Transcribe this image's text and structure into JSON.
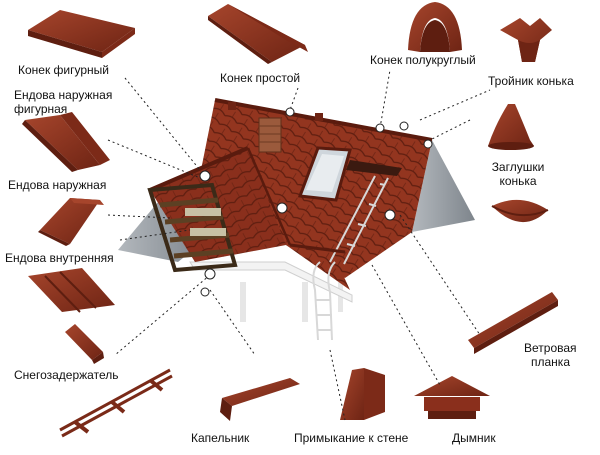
{
  "labels": {
    "konek_figurny": "Конек фигурный",
    "konek_prostoy": "Конек простой",
    "konek_polukrugly": "Конек полукруглый",
    "troynik_konka": "Тройник конька",
    "endova_naruzhnaya_figurnaya_1": "Ендова наружная",
    "endova_naruzhnaya_figurnaya_2": "фигурная",
    "zaglushki_konka_1": "Заглушки",
    "zaglushki_konka_2": "конька",
    "endova_naruzhnaya": "Ендова наружная",
    "endova_vnutrennyaya": "Ендова внутренняя",
    "vetrovaya_planka_1": "Ветровая",
    "vetrovaya_planka_2": "планка",
    "snegozaderzhatel": "Снегозадержатель",
    "kapelnik": "Капельник",
    "primykanie_k_stene": "Примыкание к стене",
    "dymnik": "Дымник"
  },
  "colors": {
    "tile": "#8a2f1c",
    "tile_dark": "#6e2414",
    "tile_light": "#a6452c",
    "gable": "#9aa0a6",
    "wood": "#6b4a2a",
    "white": "#f2f2f2"
  }
}
